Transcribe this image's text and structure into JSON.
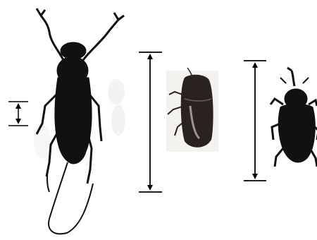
{
  "figure": {
    "background": "#ffffff",
    "silhouette_color": "#111111",
    "photo_color": "#2a2220",
    "scale_bar_color": "#000000"
  },
  "specimens": [
    {
      "id": "longhorn-beetle",
      "rendering": "silhouette"
    },
    {
      "id": "bark-beetle",
      "rendering": "photo"
    },
    {
      "id": "weevil",
      "rendering": "silhouette"
    }
  ],
  "scale_bars": [
    {
      "id": "small-scale-bar"
    },
    {
      "id": "mid-scale-bar"
    },
    {
      "id": "right-scale-bar"
    }
  ]
}
